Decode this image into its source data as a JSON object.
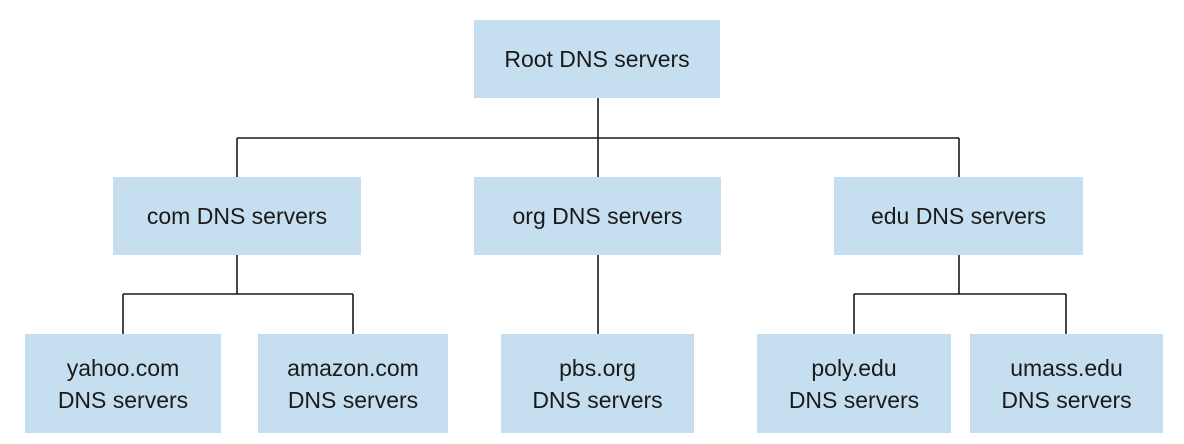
{
  "diagram": {
    "root": {
      "label": "Root DNS servers"
    },
    "tld": [
      {
        "label": "com DNS servers"
      },
      {
        "label": "org DNS servers"
      },
      {
        "label": "edu DNS servers"
      }
    ],
    "authoritative": [
      {
        "line1": "yahoo.com",
        "line2": "DNS servers"
      },
      {
        "line1": "amazon.com",
        "line2": "DNS servers"
      },
      {
        "line1": "pbs.org",
        "line2": "DNS servers"
      },
      {
        "line1": "poly.edu",
        "line2": "DNS servers"
      },
      {
        "line1": "umass.edu",
        "line2": "DNS servers"
      }
    ]
  },
  "colors": {
    "box_fill": "#c5dff0",
    "line": "#1a1a1a",
    "text": "#1a1a1a"
  }
}
